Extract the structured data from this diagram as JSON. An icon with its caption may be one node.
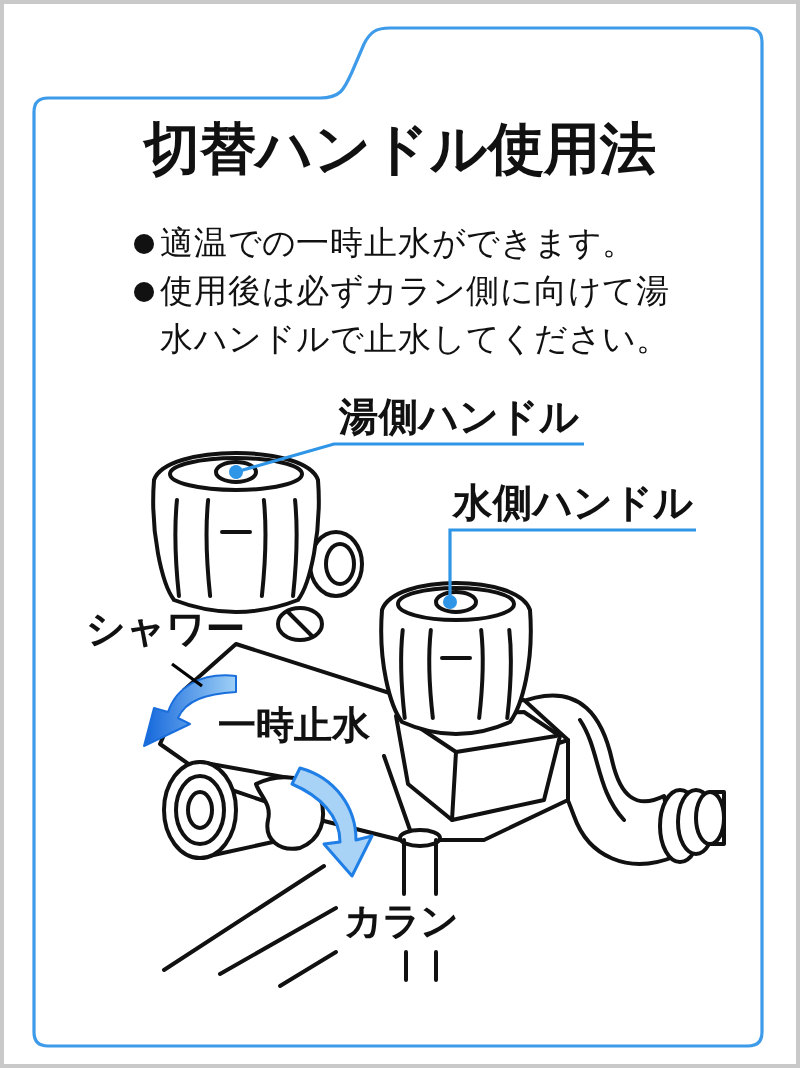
{
  "diagram": {
    "title": "切替ハンドル使用法",
    "nodes": [
      {
        "text": [
          "湯側ハンドル"
        ]
      },
      {
        "text": [
          "水側ハンドル"
        ]
      },
      {
        "text": [
          "シャワー"
        ]
      }
    ],
    "edges": [
      {
        "from": 0,
        "to": null,
        "arrow": "other"
      },
      {
        "from": 1,
        "to": null,
        "arrow": "other"
      },
      {
        "from": 2,
        "to": null,
        "arrow": "none",
        "color": "#000000"
      }
    ],
    "labels": [
      "適温での一時止水ができます。",
      "使用後は必ずカラン側に向けて湯水ハンドルで止水してください。",
      "一時止水",
      "カラン"
    ]
  }
}
